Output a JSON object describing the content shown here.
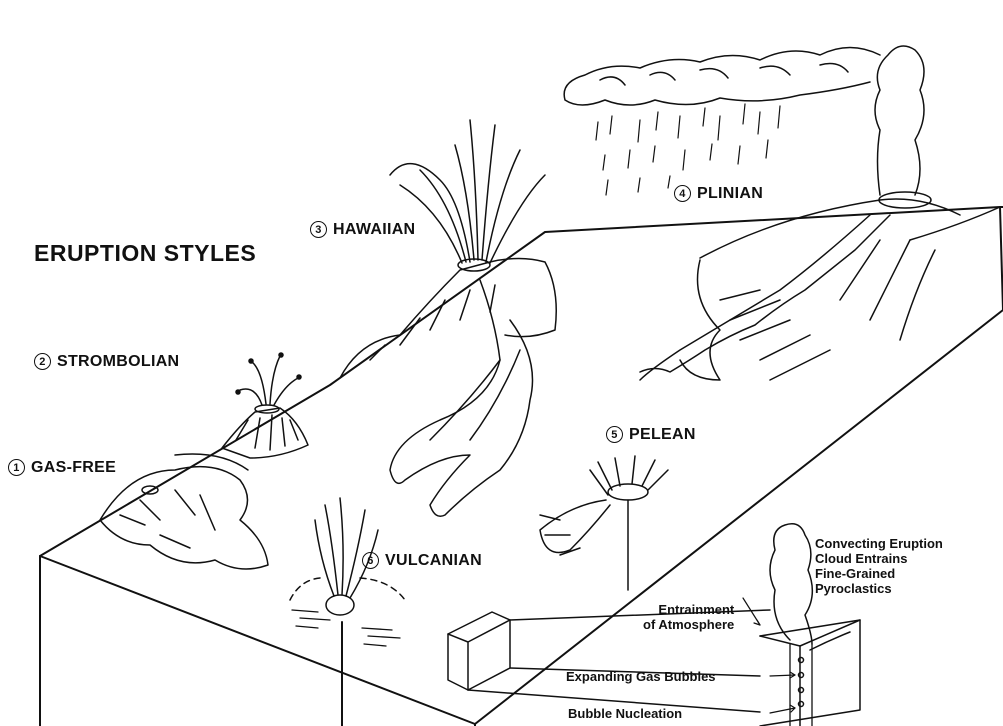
{
  "title": "ERUPTION STYLES",
  "styles": [
    {
      "number": "1",
      "name": "GAS-FREE"
    },
    {
      "number": "2",
      "name": "STROMBOLIAN"
    },
    {
      "number": "3",
      "name": "HAWAIIAN"
    },
    {
      "number": "4",
      "name": "PLINIAN"
    },
    {
      "number": "5",
      "name": "PELEAN"
    },
    {
      "number": "6",
      "name": "VULCANIAN"
    }
  ],
  "inset": {
    "cloud_line1": "Convecting Eruption",
    "cloud_line2": "Cloud Entrains",
    "cloud_line3": "Fine-Grained",
    "cloud_line4": "Pyroclastics",
    "entrain_line1": "Entrainment",
    "entrain_line2": "of Atmosphere",
    "expanding": "Expanding Gas Bubbles",
    "nucleation": "Bubble Nucleation"
  }
}
